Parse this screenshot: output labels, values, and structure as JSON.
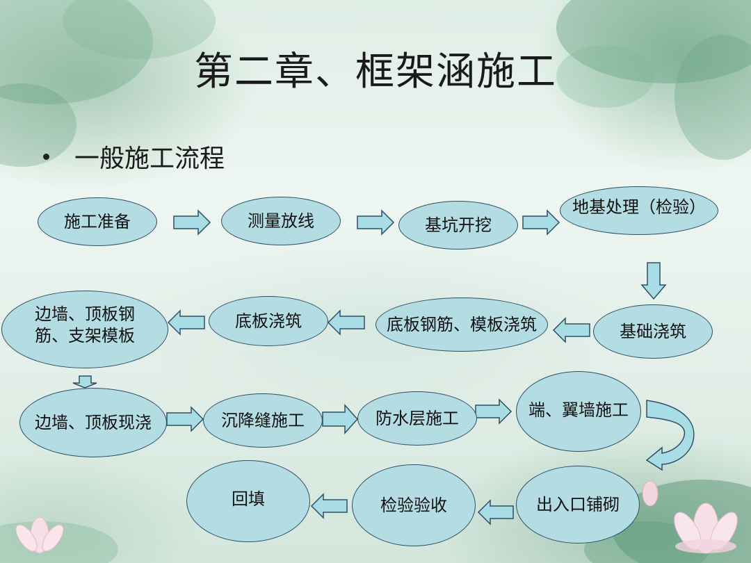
{
  "slide": {
    "title": "第二章、框架涵施工",
    "bullet": "一般施工流程"
  },
  "flow": {
    "nodes": [
      {
        "id": "n1",
        "label": "施工准备"
      },
      {
        "id": "n2",
        "label": "测量放线"
      },
      {
        "id": "n3",
        "label": "基坑开挖"
      },
      {
        "id": "n4",
        "label": "地基处理（检验）"
      },
      {
        "id": "n5",
        "label": "基础浇筑"
      },
      {
        "id": "n6",
        "label": "底板钢筋、模板浇筑"
      },
      {
        "id": "n7",
        "label": "底板浇筑"
      },
      {
        "id": "n8",
        "label": "边墙、顶板钢筋、支架模板"
      },
      {
        "id": "n9",
        "label": "边墙、顶板现浇"
      },
      {
        "id": "n10",
        "label": "沉降缝施工"
      },
      {
        "id": "n11",
        "label": "防水层施工"
      },
      {
        "id": "n12",
        "label": "端、翼墙施工"
      },
      {
        "id": "n13",
        "label": "出入口铺砌"
      },
      {
        "id": "n14",
        "label": "检验验收"
      },
      {
        "id": "n15",
        "label": "回填"
      }
    ]
  },
  "colors": {
    "node_fill": "#b4dce3",
    "node_border": "#2d4f63",
    "arrow_fill": "#a9dde6",
    "text": "#111111"
  }
}
